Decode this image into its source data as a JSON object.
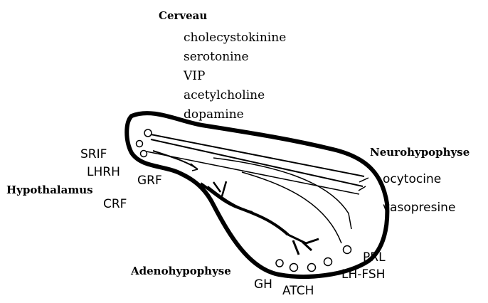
{
  "brain": {
    "title": "Cerveau",
    "items": [
      "cholecystokinine",
      "serotonine",
      "VIP",
      "acetylcholine",
      "dopamine"
    ]
  },
  "hypothalamus": {
    "title": "Hypothalamus",
    "hormones": [
      "SRIF",
      "LHRH",
      "GRF",
      "CRF"
    ]
  },
  "neurohypophyse": {
    "title": "Neurohypophyse",
    "hormones": [
      "ocytocine",
      "vasopresine"
    ]
  },
  "adenohypophyse": {
    "title": "Adenohypophyse",
    "hormones": [
      "PRL",
      "LH-FSH",
      "GH",
      "ATCH"
    ]
  },
  "colors": {
    "stroke": "#000000",
    "background": "#ffffff"
  }
}
